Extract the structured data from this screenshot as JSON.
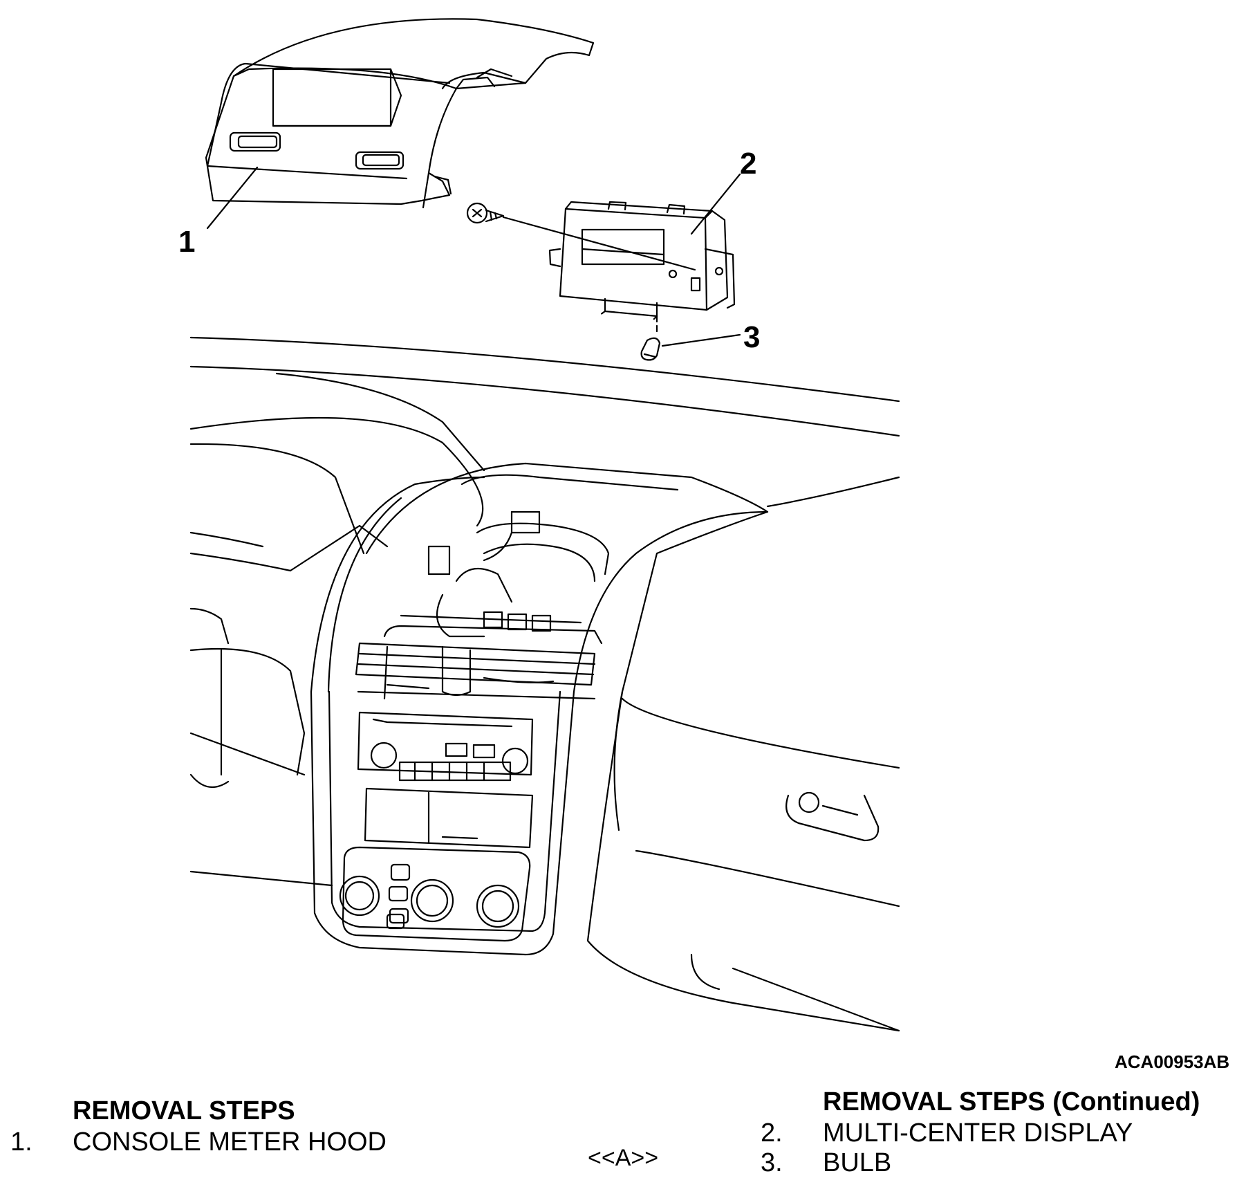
{
  "callouts": [
    "1",
    "2",
    "3"
  ],
  "image_code": "ACA00953AB",
  "left_steps": {
    "title": "REMOVAL STEPS",
    "items": [
      {
        "num": "1.",
        "label": "CONSOLE METER HOOD"
      }
    ]
  },
  "reference_mark": "<<A>>",
  "right_steps": {
    "title": "REMOVAL STEPS (Continued)",
    "items": [
      {
        "num": "2.",
        "label": "MULTI-CENTER DISPLAY"
      },
      {
        "num": "3.",
        "label": "BULB"
      }
    ]
  }
}
